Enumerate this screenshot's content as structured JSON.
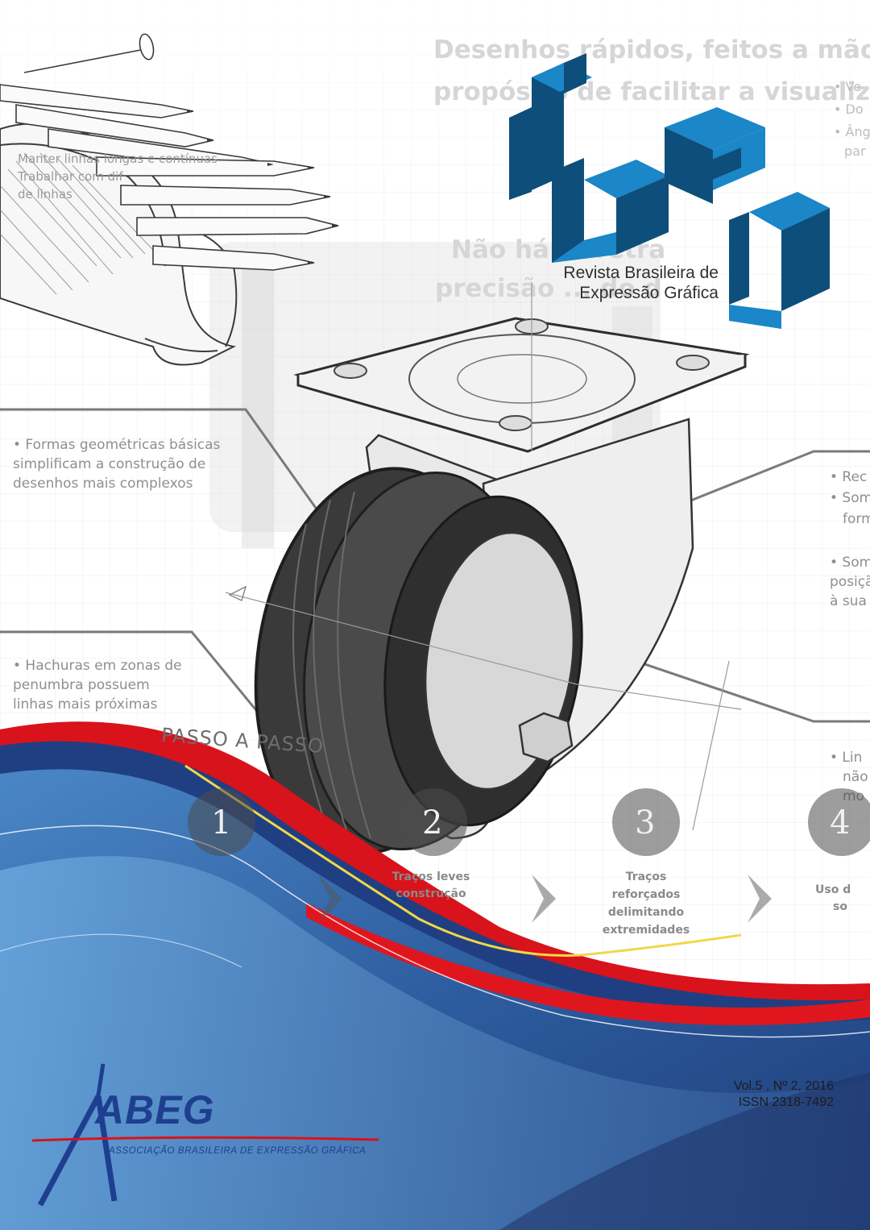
{
  "journal": {
    "logo_word": "rbeg",
    "name_line1": "Revista Brasileira de",
    "name_line2": "Expressão Gráfica",
    "colors": {
      "logo_dark": "#0e4e7a",
      "logo_light": "#1b86c8"
    }
  },
  "issue": {
    "volume_line": "Vol.5 , Nº 2, 2016",
    "issn_line": "ISSN 2318-7492"
  },
  "publisher": {
    "acronym": "ABEG",
    "full_name": "ASSOCIAÇÃO BRASILEIRA DE EXPRESSÃO GRÁFICA",
    "color": "#1e3f8f"
  },
  "background_text": {
    "headline1": "Desenhos rápidos, feitos a mão livre",
    "headline2": "propósito de facilitar a visualização",
    "headline3": "Não há ... retra",
    "headline4": "precisão ... do d",
    "pencil_bullet1": "Manter linhas longas e contínuas",
    "pencil_bullet2": "Trabalhar com dif",
    "pencil_bullet3": "de linhas",
    "tr_bullet1": "• Ve",
    "tr_bullet2": "• Do",
    "tr_bullet3": "• Âng",
    "tr_bullet4": "par",
    "callout_left1_line1": "• Formas geométricas básicas",
    "callout_left1_line2": "simplificam a construção de",
    "callout_left1_line3": "desenhos mais complexos",
    "callout_left2_line1": "• Hachuras em zonas de",
    "callout_left2_line2": "penumbra possuem",
    "callout_left2_line3": "linhas mais próximas",
    "callout_right1_line1": "• Rec",
    "callout_right1_line2": "• Som",
    "callout_right1_line3": "form",
    "callout_right2_line1": "• Som",
    "callout_right2_line2": "posiçã",
    "callout_right2_line3": "à sua s",
    "callout_right3_line1": "• Lin",
    "callout_right3_line2": "não",
    "callout_right3_line3": "mo",
    "passo_title": "PASSO A PASSO",
    "step1_num": "1",
    "step2_num": "2",
    "step3_num": "3",
    "step4_num": "4",
    "step2_label_line1": "Traços leves",
    "step2_label_line2": "construção",
    "step3_label_line1": "Traços",
    "step3_label_line2": "reforçados",
    "step3_label_line3": "delimitando",
    "step3_label_line4": "extremidades",
    "step4_label_line1": "Uso d",
    "step4_label_line2": "so"
  }
}
